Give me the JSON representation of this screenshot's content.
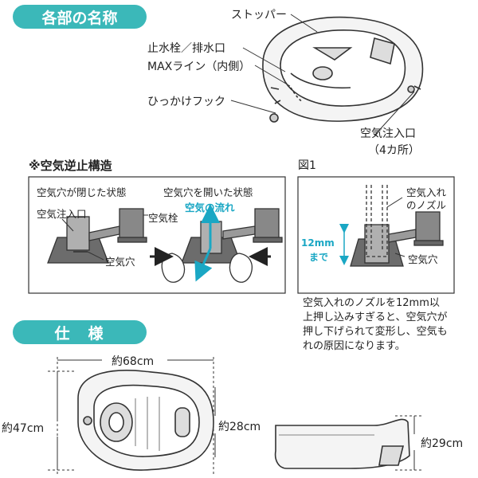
{
  "headers": {
    "parts_title": "各部の名称",
    "spec_title": "仕　様"
  },
  "parts_labels": {
    "stopper": "ストッパー",
    "plug": "止水栓／排水口",
    "maxline": "MAXライン（内側）",
    "hook": "ひっかけフック",
    "inlet": "空気注入口",
    "inlet_count": "（4カ所）"
  },
  "check_valve": {
    "title": "※空気逆止構造",
    "closed_caption": "空気穴が閉じた状態",
    "open_caption": "空気穴を開いた状態",
    "airflow": "空気の流れ",
    "inlet_label": "空気注入口",
    "plug_label": "空気栓",
    "hole_label": "空気穴"
  },
  "figure1": {
    "label": "図1",
    "nozzle_label_1": "空気入れ",
    "nozzle_label_2": "のノズル",
    "depth_1": "12mm",
    "depth_2": "まで",
    "hole_label": "空気穴",
    "note_lines": [
      "空気入れのノズルを12mm以",
      "上押し込みすぎると、空気穴が",
      "押し下げられて変形し、空気も",
      "れの原因になります。"
    ]
  },
  "dimensions": {
    "length": "約68cm",
    "width": "約47cm",
    "inner": "約28cm",
    "height": "約29cm"
  },
  "colors": {
    "accent": "#3bb8b9",
    "arrow": "#1aa7c4"
  }
}
